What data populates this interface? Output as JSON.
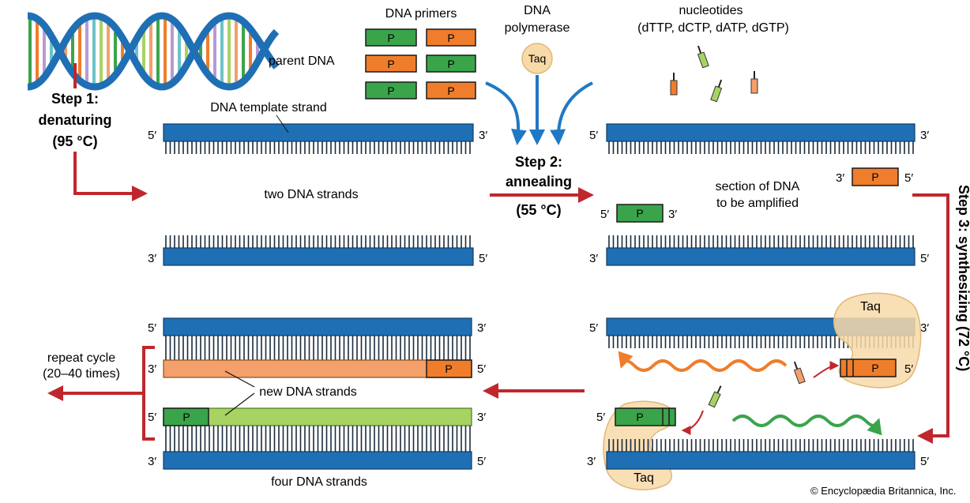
{
  "colors": {
    "dna_blue": "#1f6fb5",
    "primer_green": "#3aa44b",
    "primer_orange": "#ef7d2b",
    "new_orange": "#f3a06a",
    "new_green": "#a7d363",
    "step_arrow_red": "#c0272d",
    "reagent_arrow_blue": "#1f78c4",
    "taq_fill": "#f8d9a8"
  },
  "labels": {
    "dna_primers": "DNA primers",
    "dna_polymerase_line1": "DNA",
    "dna_polymerase_line2": "polymerase",
    "taq": "Taq",
    "nucleotides_line1": "nucleotides",
    "nucleotides_line2": "(dTTP, dCTP, dATP, dGTP)",
    "parent_dna": "parent DNA",
    "step1_line1": "Step 1:",
    "step1_line2": "denaturing",
    "step1_line3": "(95 °C)",
    "dna_template_strand": "DNA template strand",
    "two_dna_strands": "two DNA strands",
    "step2_line1": "Step 2:",
    "step2_line2": "annealing",
    "step2_line3": "(55 °C)",
    "section_line1": "section of DNA",
    "section_line2": "to be amplified",
    "step3": "Step 3: synthesizing (72 °C)",
    "repeat_line1": "repeat cycle",
    "repeat_line2": "(20–40 times)",
    "new_dna_strands": "new DNA strands",
    "four_dna_strands": "four DNA strands",
    "copyright": "© Encyclopædia Britannica, Inc.",
    "primer": "P",
    "five_prime": "5′",
    "three_prime": "3′"
  }
}
